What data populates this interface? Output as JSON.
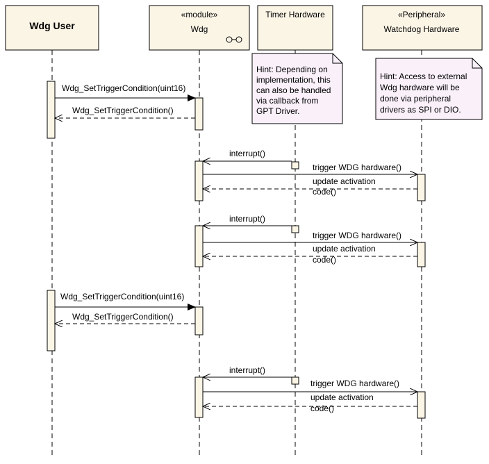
{
  "participants": {
    "wdg_user": {
      "name": "Wdg User"
    },
    "wdg": {
      "stereotype": "«module»",
      "name": "Wdg"
    },
    "timer": {
      "name": "Timer Hardware"
    },
    "watchdog": {
      "stereotype": "«Peripheral»",
      "name": "Watchdog Hardware"
    }
  },
  "notes": {
    "timer_hint": [
      "Hint: Depending on",
      "implementation, this",
      "can also be handled",
      "via callback from",
      "GPT Driver."
    ],
    "watchdog_hint": [
      "Hint: Access to external",
      "Wdg hardware will be",
      "done via peripheral",
      "drivers as SPI or DIO."
    ]
  },
  "messages": {
    "set_trigger_call": "Wdg_SetTriggerCondition(uint16)",
    "set_trigger_return": "Wdg_SetTriggerCondition()",
    "interrupt": "interrupt()",
    "trigger_hw": "trigger WDG hardware()",
    "update_activation": "update activation",
    "code": "code()"
  },
  "colors": {
    "box_fill": "#fbf5e6",
    "note_fill": "#f9f0f9",
    "line": "#000000"
  }
}
